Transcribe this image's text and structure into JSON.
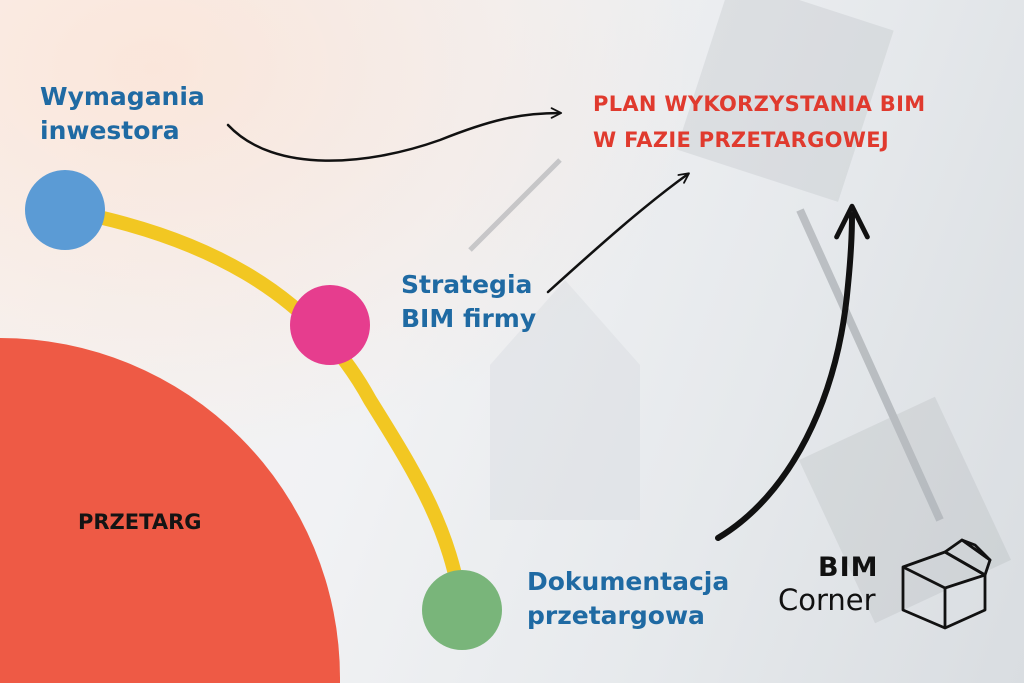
{
  "title": "PLAN WYKORZYSTANIA BIM\nW FAZIE PRZETARGOWEJ",
  "quarter_label": "PRZETARG",
  "nodes": [
    {
      "id": "wymagania",
      "label": "Wymagania\ninwestora",
      "color": "#5b9bd5"
    },
    {
      "id": "strategia",
      "label": "Strategia\nBIM firmy",
      "color": "#e63d8e"
    },
    {
      "id": "dokumentacja",
      "label": "Dokumentacja\nprzetargowa",
      "color": "#79b57a"
    }
  ],
  "colors": {
    "title": "#e03a2e",
    "labels": "#1f6aa3",
    "quarter": "#ee5a45",
    "arc": "#f2c722",
    "arrows": "#111111"
  },
  "logo": {
    "line1": "BIM",
    "line2": "Corner",
    "icon": "open-box-icon"
  }
}
